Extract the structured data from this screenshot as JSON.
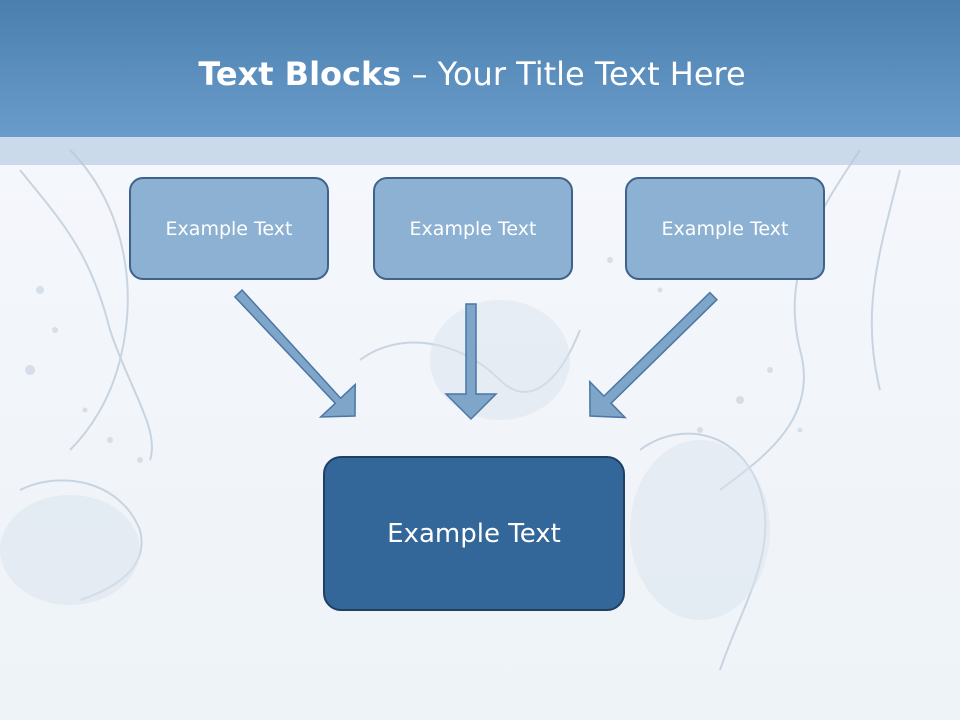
{
  "slide": {
    "title_bold": "Text Blocks",
    "title_rest": " – Your Title Text Here"
  },
  "blocks": [
    {
      "label": "Example Text"
    },
    {
      "label": "Example Text"
    },
    {
      "label": "Example Text"
    }
  ],
  "main_block": {
    "label": "Example Text"
  },
  "colors": {
    "header": "#5b8fc0",
    "box_fill": "#8db1d3",
    "box_border": "#3e628a",
    "main_fill": "#336699",
    "arrow_fill": "#7fa5c9"
  }
}
